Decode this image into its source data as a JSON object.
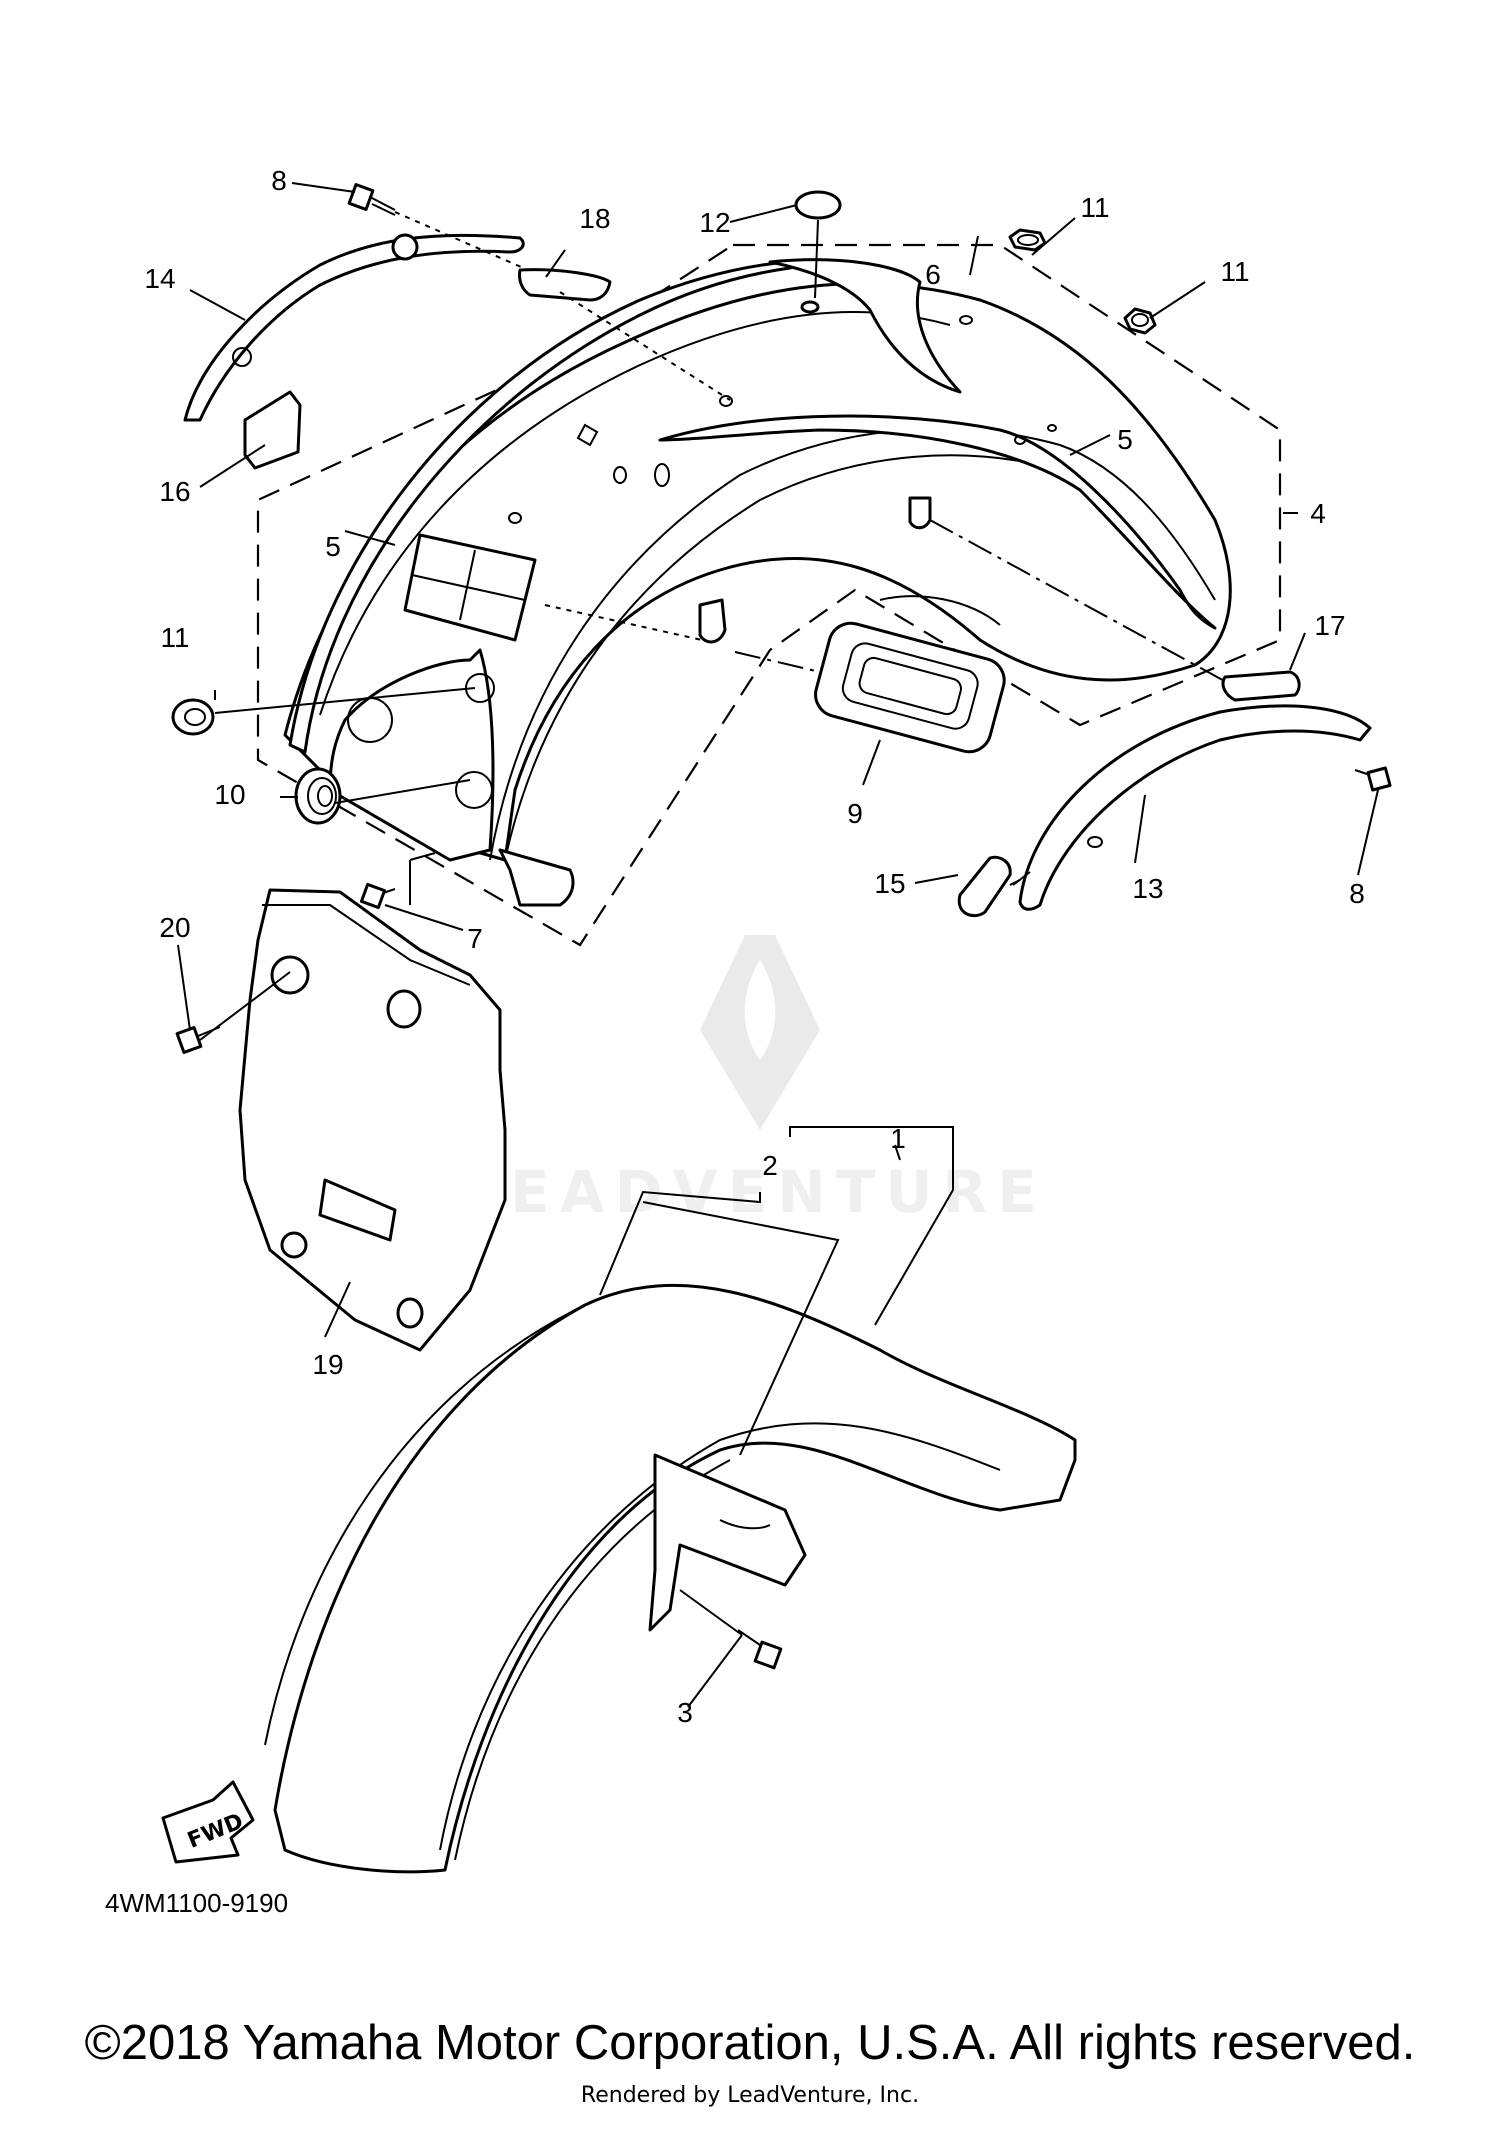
{
  "diagram": {
    "callouts": [
      "1",
      "2",
      "3",
      "4",
      "5",
      "5",
      "6",
      "7",
      "8",
      "8",
      "9",
      "10",
      "11",
      "11",
      "11",
      "12",
      "13",
      "14",
      "15",
      "16",
      "17",
      "18",
      "19",
      "20"
    ],
    "diagram_code": "4WM1100-9190",
    "fwd_label": "FWD",
    "watermark": "LEADVENTURE"
  },
  "footer": {
    "copyright": "©2018 Yamaha Motor Corporation, U.S.A. All rights reserved.",
    "rendered_by": "Rendered by LeadVenture, Inc."
  }
}
